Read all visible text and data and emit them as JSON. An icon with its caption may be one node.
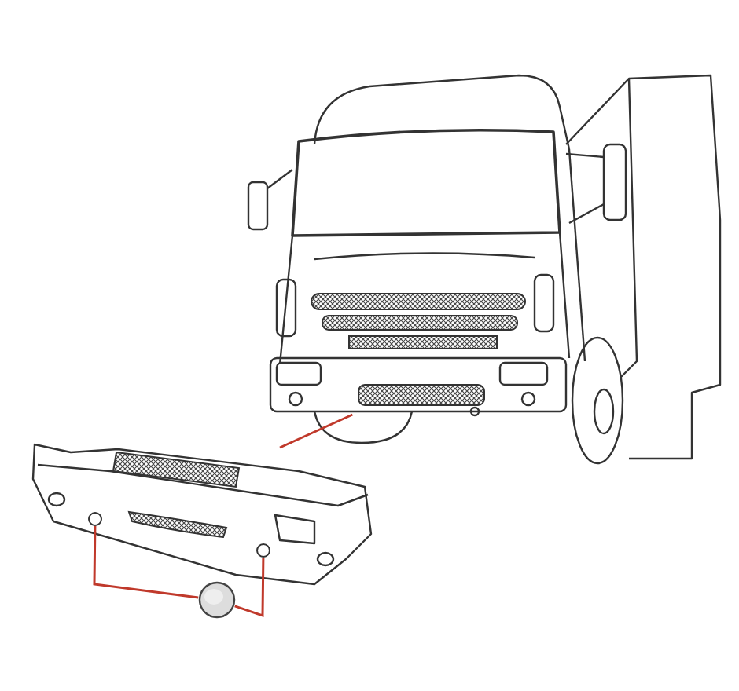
{
  "diagram": {
    "nodes": [
      {
        "text": [],
        "shape": "picture"
      },
      {
        "text": [],
        "shape": "picture",
        "in": 0
      },
      {
        "text": [],
        "shape": "picture"
      },
      {
        "text": [],
        "shape": "circle",
        "in": 2
      },
      {
        "text": [],
        "shape": "circle",
        "in": 2
      },
      {
        "text": [],
        "shape": "circle"
      }
    ],
    "edges": [
      {
        "from": null,
        "to": 1,
        "arrow": "none"
      },
      {
        "from": 3,
        "to": 5,
        "arrow": "none"
      },
      {
        "from": 5,
        "to": 4,
        "arrow": "none"
      }
    ]
  }
}
